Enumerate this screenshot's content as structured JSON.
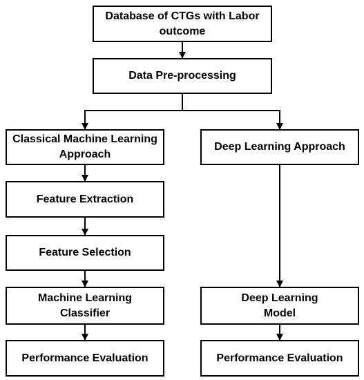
{
  "diagram": {
    "nodes": {
      "database": "Database of CTGs with Labor outcome",
      "preprocessing": "Data Pre-processing",
      "classical": "Classical Machine Learning Approach",
      "feature_extraction": "Feature Extraction",
      "feature_selection": "Feature Selection",
      "ml_classifier": "Machine Learning Classifier",
      "perf_eval_left": "Performance Evaluation",
      "deep_approach": "Deep Learning Approach",
      "deep_model": "Deep Learning Model",
      "perf_eval_right": "Performance Evaluation"
    },
    "edges": [
      [
        "database",
        "preprocessing"
      ],
      [
        "preprocessing",
        "classical"
      ],
      [
        "preprocessing",
        "deep_approach"
      ],
      [
        "classical",
        "feature_extraction"
      ],
      [
        "feature_extraction",
        "feature_selection"
      ],
      [
        "feature_selection",
        "ml_classifier"
      ],
      [
        "ml_classifier",
        "perf_eval_left"
      ],
      [
        "deep_approach",
        "deep_model"
      ],
      [
        "deep_model",
        "perf_eval_right"
      ]
    ],
    "line_color": "#000000"
  }
}
